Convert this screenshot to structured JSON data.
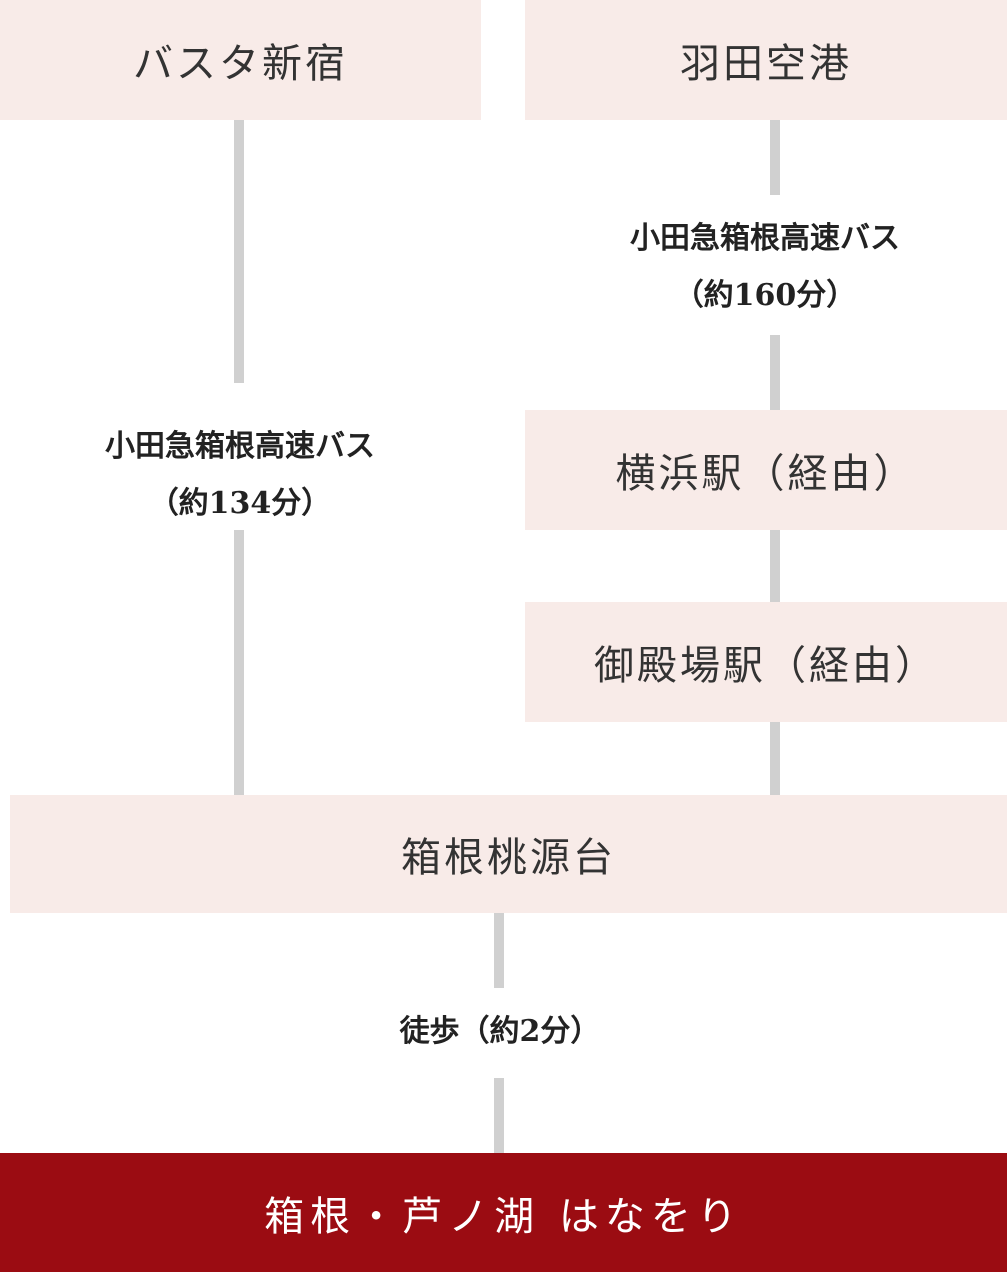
{
  "origins": {
    "left": "バスタ新宿",
    "right": "羽田空港"
  },
  "routes": {
    "left_bus": {
      "name": "小田急箱根高速バス",
      "time": "（約134分）"
    },
    "right_bus": {
      "name": "小田急箱根高速バス",
      "time": "（約160分）"
    },
    "walk": "徒歩（約2分）"
  },
  "stops": {
    "via_1": "横浜駅（経由）",
    "via_2": "御殿場駅（経由）",
    "transfer": "箱根桃源台"
  },
  "destination": "箱根・芦ノ湖 はなをり",
  "colors": {
    "box_background": "#f8ebe8",
    "connector": "#d0d0d0",
    "destination_background": "#9b0c12",
    "destination_text": "#ffffff"
  }
}
